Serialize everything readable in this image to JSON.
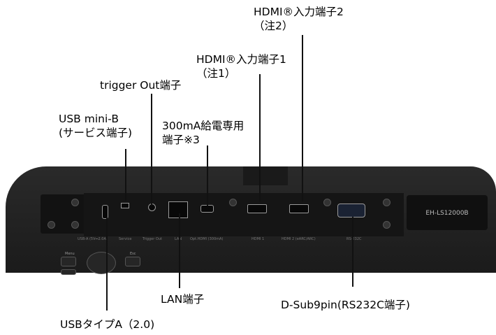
{
  "callouts": {
    "hdmi2": {
      "line1": "HDMI®入力端子2",
      "line2": "（注2）"
    },
    "hdmi1": {
      "line1": "HDMI®入力端子1",
      "line2": "（注1）"
    },
    "trigger": "trigger Out端子",
    "usb_mini": {
      "line1": "USB mini-B",
      "line2": "(サービス端子)"
    },
    "usb_300": {
      "line1": "300mA給電専用",
      "line2": "端子※3"
    },
    "lan": "LAN端子",
    "dsub": "D-Sub9pin(RS232C端子)",
    "usb_a": "USBタイプA（2.0)"
  },
  "device": {
    "model": "EH-LS12000B",
    "ports": [
      "USB-A (5V⎓2.0A)",
      "Service",
      "Trigger Out",
      "LAN",
      "Opt.HDMI (300mA)",
      "HDMI 1",
      "HDMI 2 (eARC/ARC)",
      "RS-232C"
    ],
    "buttons": [
      "Menu",
      "Esc"
    ]
  }
}
